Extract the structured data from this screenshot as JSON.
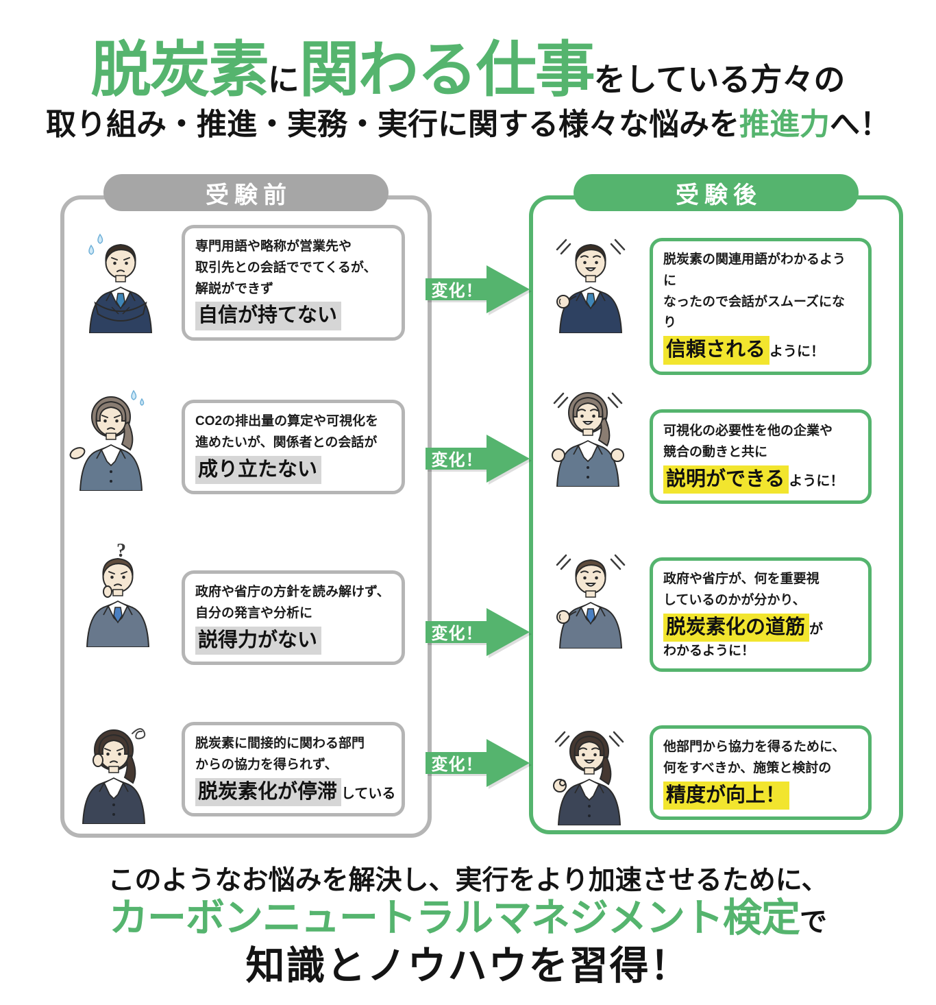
{
  "header": {
    "l1_green1": "脱炭素",
    "l1_black1": "に",
    "l1_green2": "関わる仕事",
    "l1_black2": "をしている方々の",
    "l2_black1": "取り組み・推進・実務・実行に関する様々な悩みを",
    "l2_green": "推進力",
    "l2_black2": "へ！"
  },
  "columns": {
    "before_label": "受験前",
    "after_label": "受験後"
  },
  "arrow_label": "変化！",
  "rows": [
    {
      "before": {
        "character": "worried-businessman-arms-crossed-icon",
        "text": "専門用語や略称が営業先や\n取引先との会話ででてくるが、\n解説ができず",
        "highlight": "自信が持てない",
        "suffix": "",
        "tail": ""
      },
      "after": {
        "character": "confident-businessman-fist-icon",
        "text": "脱炭素の関連用語がわかるように\nなったので会話がスムーズになり",
        "highlight": "信頼される",
        "suffix": "ように！",
        "tail": ""
      }
    },
    {
      "before": {
        "character": "worried-businesswoman-shrug-icon",
        "text": "CO2の排出量の算定や可視化を\n進めたいが、関係者との会話が",
        "highlight": "成り立たない",
        "suffix": "",
        "tail": ""
      },
      "after": {
        "character": "cheerful-businesswoman-double-fist-icon",
        "text": "可視化の必要性を他の企業や\n競合の動きと共に",
        "highlight": "説明ができる",
        "suffix": "ように！",
        "tail": ""
      }
    },
    {
      "before": {
        "character": "puzzled-businessman-thinking-icon",
        "text": "政府や省庁の方針を読み解けず、\n自分の発言や分析に",
        "highlight": "説得力がない",
        "suffix": "",
        "tail": ""
      },
      "after": {
        "character": "confident-businessman-2-fist-icon",
        "text": "政府や省庁が、何を重要視\nしているのかが分かり、",
        "highlight": "脱炭素化の道筋",
        "suffix": "が",
        "tail": "わかるように！"
      }
    },
    {
      "before": {
        "character": "troubled-businesswoman-cheek-icon",
        "text": "脱炭素に間接的に関わる部門\nからの協力を得られず、",
        "highlight": "脱炭素化が停滞",
        "suffix": "している",
        "tail": ""
      },
      "after": {
        "character": "businesswoman-ok-sign-icon",
        "text": "他部門から協力を得るために、\n何をすべきか、施策と検討の",
        "highlight": "精度が向上！",
        "suffix": "",
        "tail": ""
      }
    }
  ],
  "footer": {
    "line1": "このようなお悩みを解決し、実行をより加速させるために、",
    "line2_green": "カーボンニュートラルマネジメント検定",
    "line2_black": "で",
    "line3": "知識とノウハウを習得！"
  },
  "colors": {
    "green": "#55b46e",
    "pill_gray": "#a6a6a6",
    "panel_border_gray": "#b5b5b5",
    "gray_highlight": "#d6d6d6",
    "yellow_highlight": "#f2e52e"
  }
}
